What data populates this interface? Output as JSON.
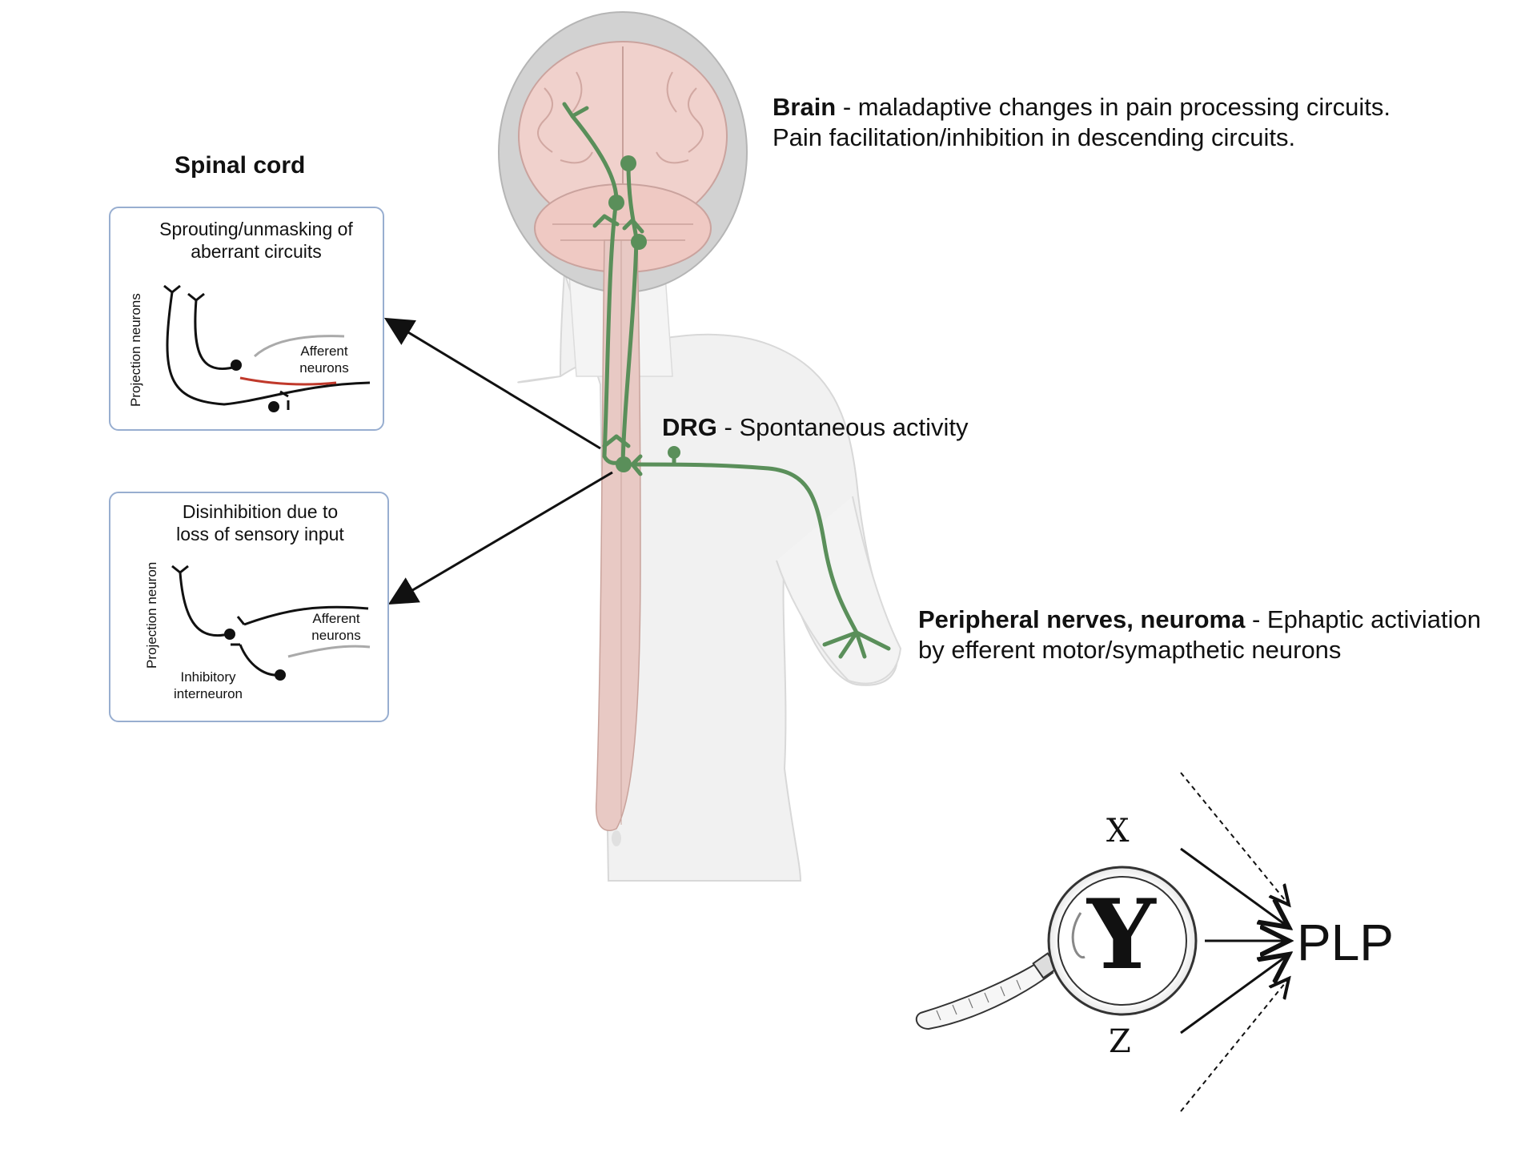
{
  "spinal_cord": {
    "heading": "Spinal cord",
    "box1": {
      "title": "Sprouting/unmasking of aberrant circuits",
      "vertical_label": "Projection neurons",
      "afferent_label_1": "Afferent",
      "afferent_label_2": "neurons"
    },
    "box2": {
      "title_1": "Disinhibition due to",
      "title_2": "loss of sensory input",
      "vertical_label": "Projection neuron",
      "afferent_label_1": "Afferent",
      "afferent_label_2": "neurons",
      "inhibitory_label_1": "Inhibitory",
      "inhibitory_label_2": "interneuron"
    }
  },
  "brain": {
    "bold": "Brain",
    "line1": " - maladaptive changes in pain processing circuits.",
    "line2": "Pain facilitation/inhibition in descending circuits."
  },
  "drg": {
    "bold": "DRG",
    "text": " - Spontaneous activity"
  },
  "peripheral": {
    "bold": "Peripheral nerves, neuroma",
    "line1": " - Ephaptic activiation",
    "line2": "by efferent motor/symapthetic neurons"
  },
  "causal": {
    "x_label": "X",
    "y_label": "Y",
    "z_label": "Z",
    "outcome_label": "PLP"
  },
  "colors": {
    "nerve_green": "#5a8f5a",
    "spine_pink": "#e8c9c4",
    "box_border": "#98aed0",
    "aberrant_red": "#c0392b"
  }
}
